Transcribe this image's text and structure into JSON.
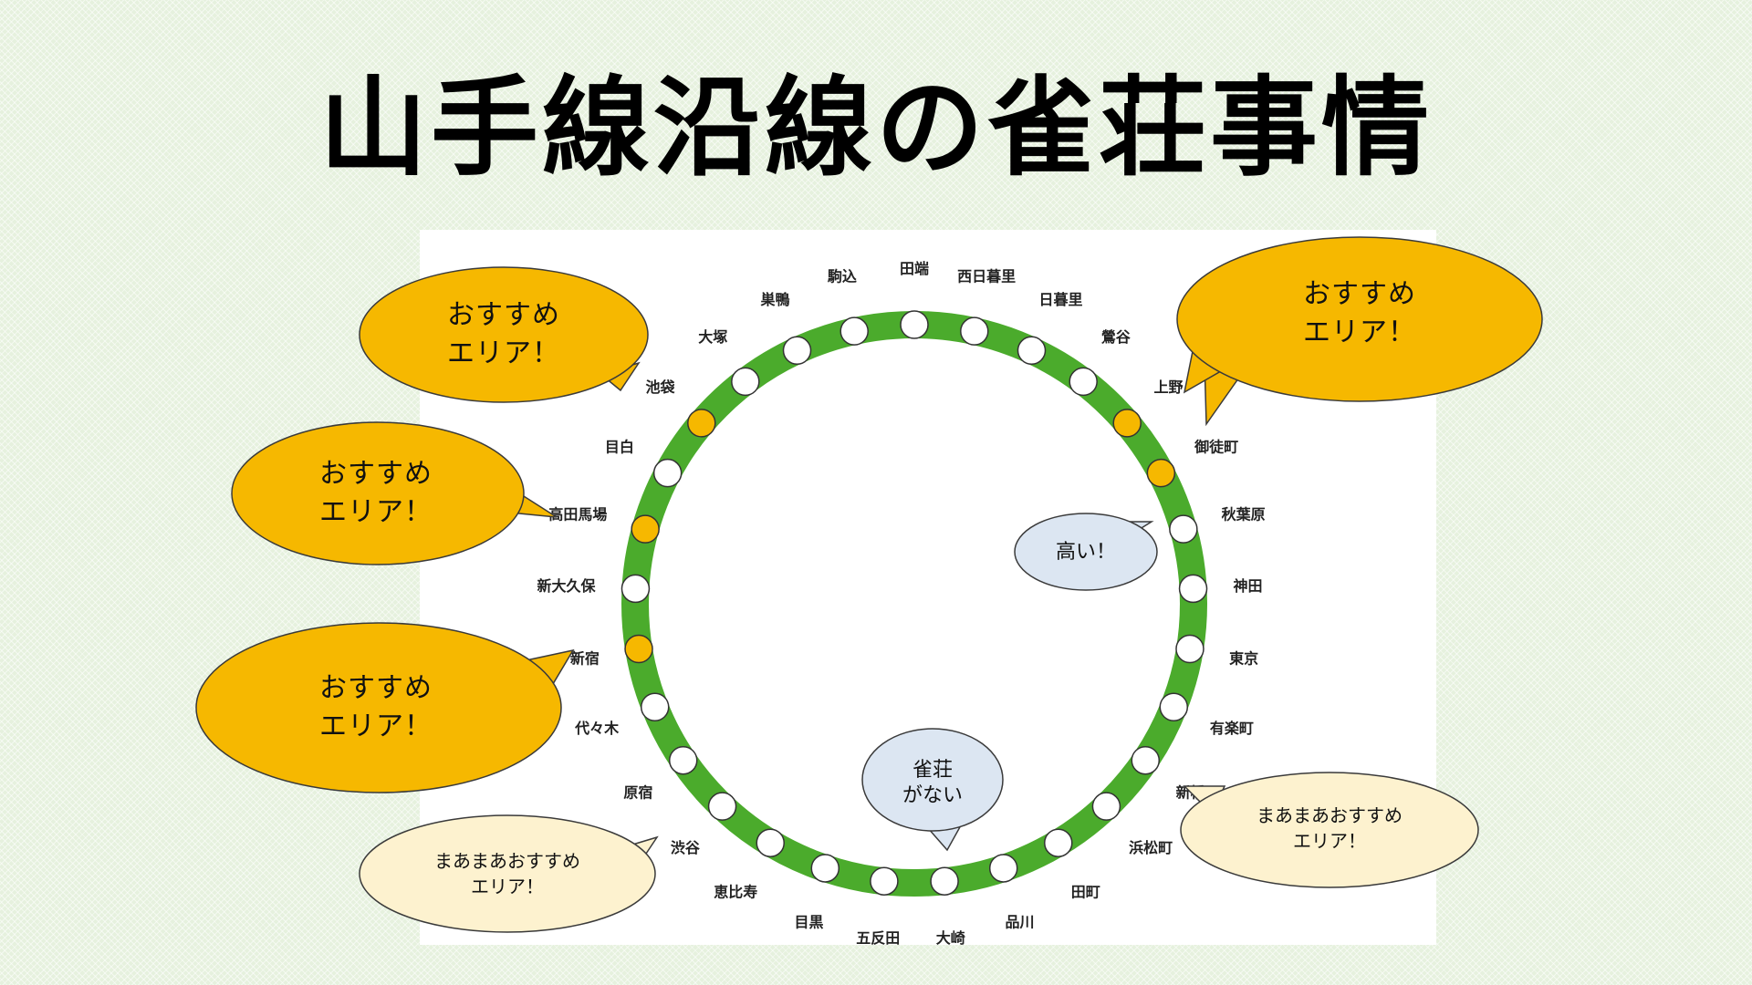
{
  "title": "山手線沿線の雀荘事情",
  "colors": {
    "line": "#4bab2c",
    "station": "#ffffff",
    "recommended_station": "#f6b800",
    "bubble_recommended": "#f6b800",
    "bubble_moderate": "#fdf2cf",
    "bubble_note": "#dce6f2"
  },
  "stations": [
    {
      "name": "田端",
      "recommended": false
    },
    {
      "name": "西日暮里",
      "recommended": false
    },
    {
      "name": "日暮里",
      "recommended": false
    },
    {
      "name": "鶯谷",
      "recommended": false
    },
    {
      "name": "上野",
      "recommended": true
    },
    {
      "name": "御徒町",
      "recommended": true
    },
    {
      "name": "秋葉原",
      "recommended": false
    },
    {
      "name": "神田",
      "recommended": false
    },
    {
      "name": "東京",
      "recommended": false
    },
    {
      "name": "有楽町",
      "recommended": false
    },
    {
      "name": "新橋",
      "recommended": false
    },
    {
      "name": "浜松町",
      "recommended": false
    },
    {
      "name": "田町",
      "recommended": false
    },
    {
      "name": "品川",
      "recommended": false
    },
    {
      "name": "大崎",
      "recommended": false
    },
    {
      "name": "五反田",
      "recommended": false
    },
    {
      "name": "目黒",
      "recommended": false
    },
    {
      "name": "恵比寿",
      "recommended": false
    },
    {
      "name": "渋谷",
      "recommended": false
    },
    {
      "name": "原宿",
      "recommended": false
    },
    {
      "name": "代々木",
      "recommended": false
    },
    {
      "name": "新宿",
      "recommended": true
    },
    {
      "name": "新大久保",
      "recommended": false
    },
    {
      "name": "高田馬場",
      "recommended": true
    },
    {
      "name": "目白",
      "recommended": false
    },
    {
      "name": "池袋",
      "recommended": true
    },
    {
      "name": "大塚",
      "recommended": false
    },
    {
      "name": "巣鴨",
      "recommended": false
    },
    {
      "name": "駒込",
      "recommended": false
    }
  ],
  "callouts": {
    "recommended_upper_left": "おすすめ\nエリア！",
    "recommended_mid_left": "おすすめ\nエリア！",
    "recommended_lower_left": "おすすめ\nエリア！",
    "recommended_upper_right": "おすすめ\nエリア！",
    "moderate_left": "まあまあおすすめ\nエリア！",
    "moderate_right": "まあまあおすすめ\nエリア！",
    "expensive": "高い！",
    "no_parlor": "雀荘\nがない"
  }
}
